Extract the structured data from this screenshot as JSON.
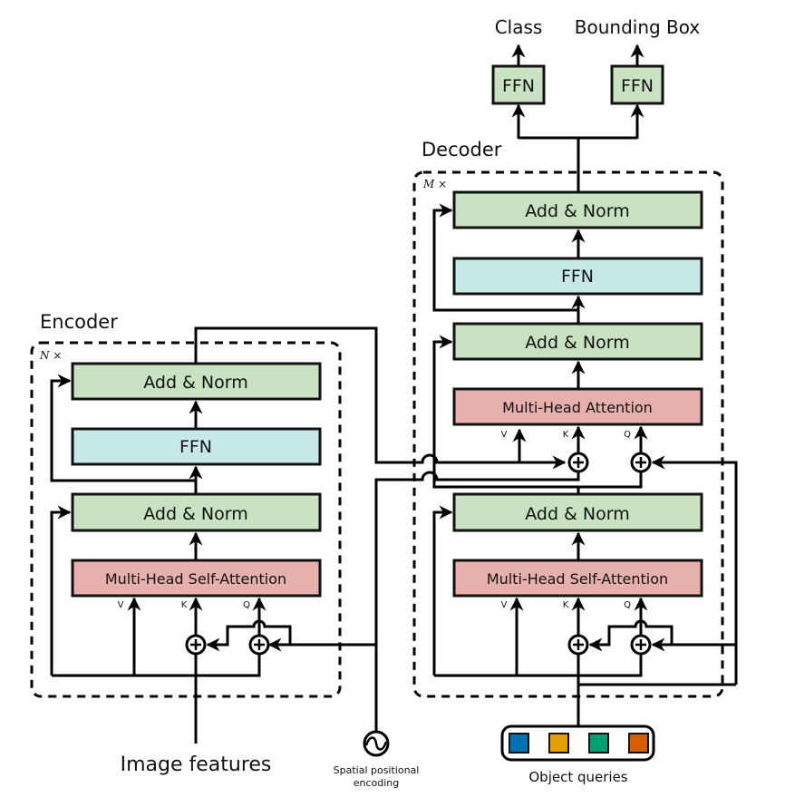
{
  "colors": {
    "add_norm": "#c9e2c1",
    "ffn": "#c6e9e8",
    "attention": "#e8b0ad",
    "stroke": "#000000",
    "queries": [
      "#0072b2",
      "#e69f00",
      "#009e73",
      "#d55e00"
    ]
  },
  "outputs": {
    "class_label": "Class",
    "bbox_label": "Bounding Box",
    "class_ffn": "FFN",
    "bbox_ffn": "FFN"
  },
  "encoder": {
    "title": "Encoder",
    "repeat": "N ×",
    "add_norm_top": "Add & Norm",
    "ffn": "FFN",
    "add_norm_bottom": "Add & Norm",
    "attention": "Multi-Head Self-Attention",
    "v": "V",
    "k": "K",
    "q": "Q"
  },
  "decoder": {
    "title": "Decoder",
    "repeat": "M ×",
    "add_norm_top": "Add & Norm",
    "ffn": "FFN",
    "add_norm_mid": "Add & Norm",
    "cross_attention": "Multi-Head Attention",
    "add_norm_bottom": "Add & Norm",
    "self_attention": "Multi-Head Self-Attention",
    "cross_v": "V",
    "cross_k": "K",
    "cross_q": "Q",
    "self_v": "V",
    "self_k": "K",
    "self_q": "Q"
  },
  "inputs": {
    "image_features": "Image features",
    "pos_enc_line1": "Spatial  positional",
    "pos_enc_line2": "encoding",
    "object_queries": "Object queries"
  }
}
